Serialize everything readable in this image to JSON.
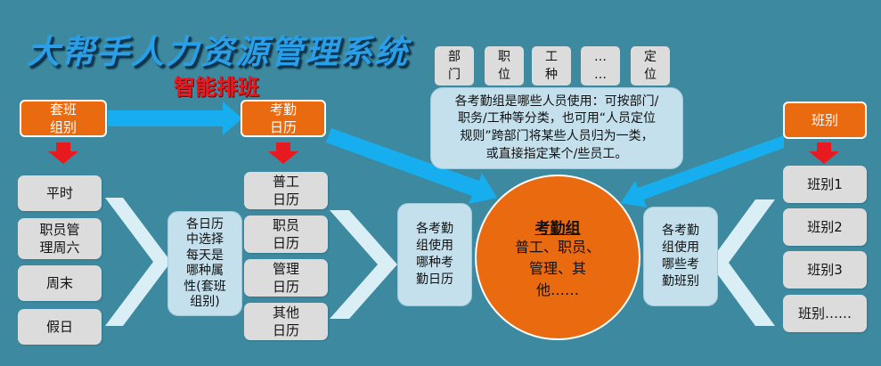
{
  "header": {
    "title": "大帮手人力资源管理系统",
    "subtitle": "智能排班"
  },
  "left_flow": {
    "top_box": "套班\n组别",
    "items": [
      "平时",
      "职员管\n理周六",
      "周末",
      "假日"
    ]
  },
  "calendar_flow": {
    "top_box": "考勤\n日历",
    "items": [
      "普工\n日历",
      "职员\n日历",
      "管理\n日历",
      "其他\n日历"
    ]
  },
  "shift_flow": {
    "top_box": "班别",
    "items": [
      "班别1",
      "班别2",
      "班别3",
      "班别……"
    ]
  },
  "notes": {
    "calendar_select": "各日历\n中选择\n每天是\n哪种属\n性(套班\n组别)",
    "uses_calendar": "各考勤\n组使用\n哪种考\n勤日历",
    "uses_shifts": "各考勤\n组使用\n哪些考\n勤班别",
    "grouping": "各考勤组是哪些人员使用：可按部门/\n职务/工种等分类，也可用“人员定位\n规则”跨部门将某些人员归为一类，\n或直接指定某个/些员工。"
  },
  "group_tags": [
    "部\n门",
    "职\n位",
    "工\n种",
    "…\n…",
    "定\n位"
  ],
  "core": {
    "title": "考勤组",
    "body": "普工、职员、\n管理、其\n他……"
  },
  "colors": {
    "background": "#3d8aa0",
    "orange": "#ea6a10",
    "title_blue": "#2a9fe8",
    "subtitle_red": "#e8191f",
    "arrow_red": "#e8191f",
    "arrow_cyan": "#17aef0",
    "chevron": "#d9eef5"
  }
}
